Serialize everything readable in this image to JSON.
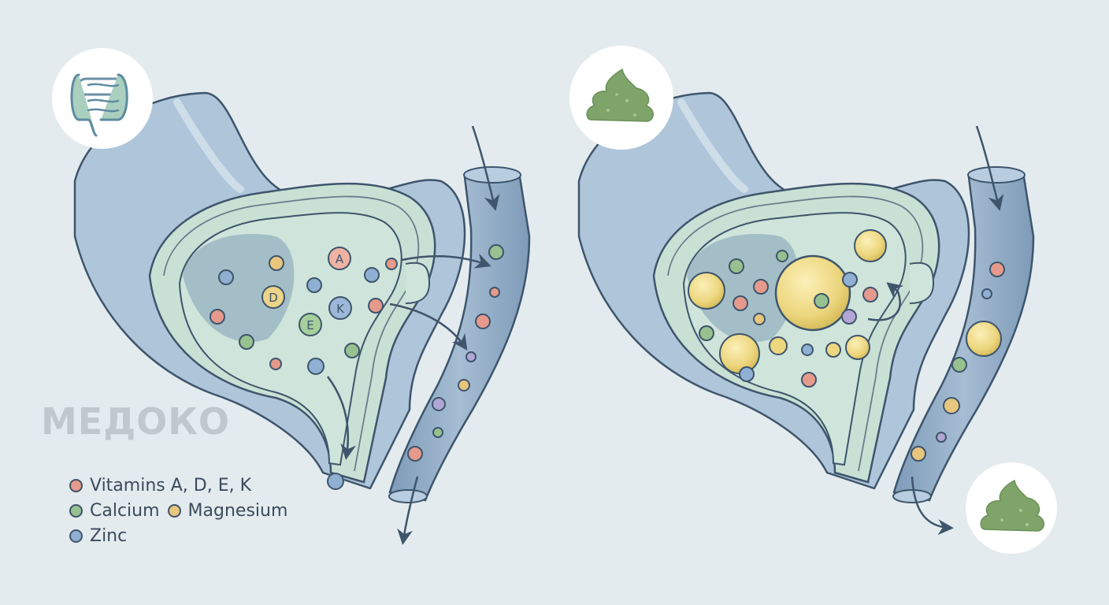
{
  "watermark": {
    "text": "МЕДОКО"
  },
  "legend": {
    "items": [
      {
        "label": "Vitamins A, D, E, K",
        "color": "#e59a8c"
      },
      {
        "label": "Calcium",
        "color": "#97c28f"
      },
      {
        "label": "Magnesium",
        "color": "#e8c67e"
      },
      {
        "label": "Zinc",
        "color": "#8fb0d3"
      }
    ]
  },
  "vitamin_labels": [
    "A",
    "D",
    "K",
    "E"
  ],
  "icons": {
    "left_top": "intestine-icon",
    "right_top": "stool-icon",
    "right_bottom": "stool-icon"
  },
  "colors": {
    "background": "#e3ebee",
    "intestine_wall": "#a9c0d6",
    "mucosa": "#c9e0d5",
    "outline": "#3e556c",
    "vessel": "#8ea9c4",
    "fat_droplet": "#ecd67e",
    "stool": "#7ea46a"
  }
}
